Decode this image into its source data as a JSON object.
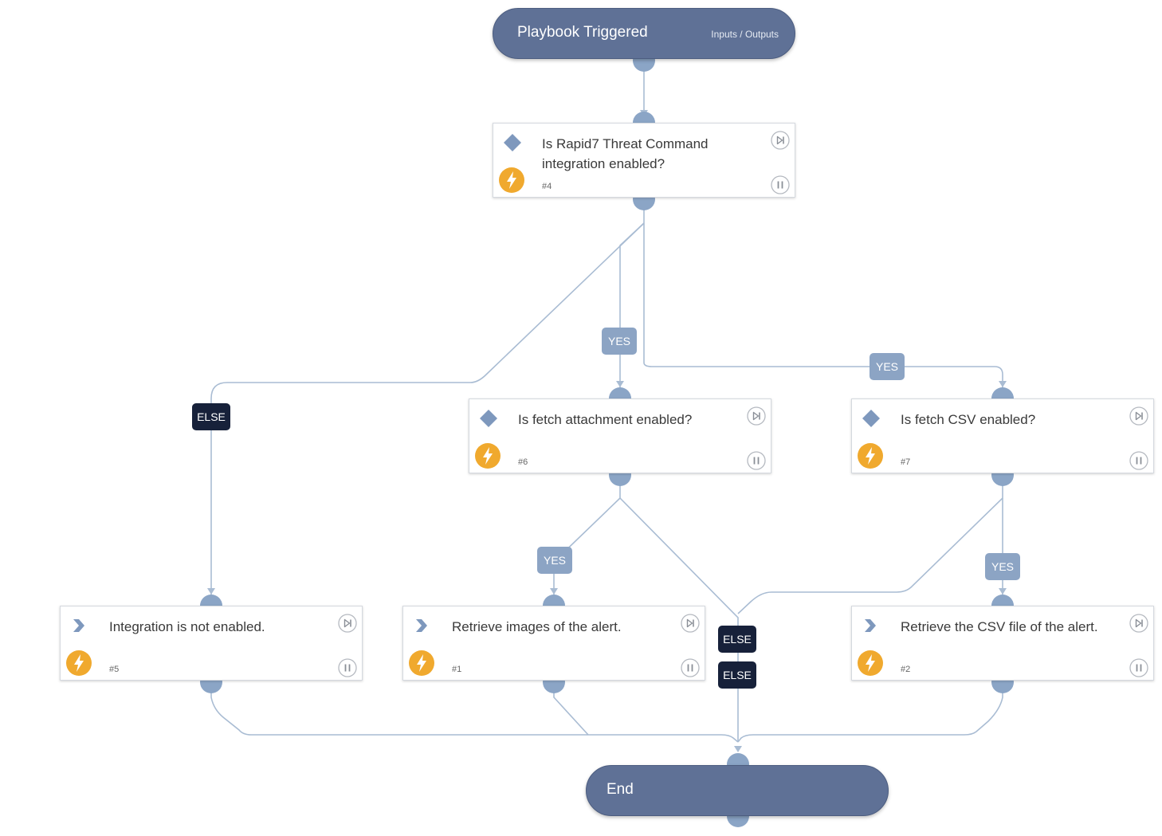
{
  "start": {
    "title": "Playbook Triggered",
    "io_label": "Inputs / Outputs"
  },
  "end": {
    "title": "End"
  },
  "tasks": {
    "t4": {
      "title": "Is Rapid7 Threat Command integration enabled?",
      "number": "#4",
      "type": "condition"
    },
    "t6": {
      "title": "Is fetch attachment enabled?",
      "number": "#6",
      "type": "condition"
    },
    "t7": {
      "title": "Is fetch CSV enabled?",
      "number": "#7",
      "type": "condition"
    },
    "t5": {
      "title": "Integration is not enabled.",
      "number": "#5",
      "type": "standard"
    },
    "t1": {
      "title": "Retrieve images of the alert.",
      "number": "#1",
      "type": "standard"
    },
    "t2": {
      "title": "Retrieve the CSV file of the alert.",
      "number": "#2",
      "type": "standard"
    }
  },
  "labels": {
    "yes": "YES",
    "else": "ELSE"
  },
  "colors": {
    "node": "#5f7196",
    "port": "#8ba5c6",
    "edge": "#a9bcd3",
    "bolt": "#f0a92e",
    "yes": "#8ca4c4",
    "else": "#17213a"
  },
  "icons": {
    "condition": "diamond-icon",
    "standard": "chevron-right-icon",
    "automation": "lightning-bolt-icon",
    "skip": "skip-icon",
    "pause": "pause-icon"
  }
}
